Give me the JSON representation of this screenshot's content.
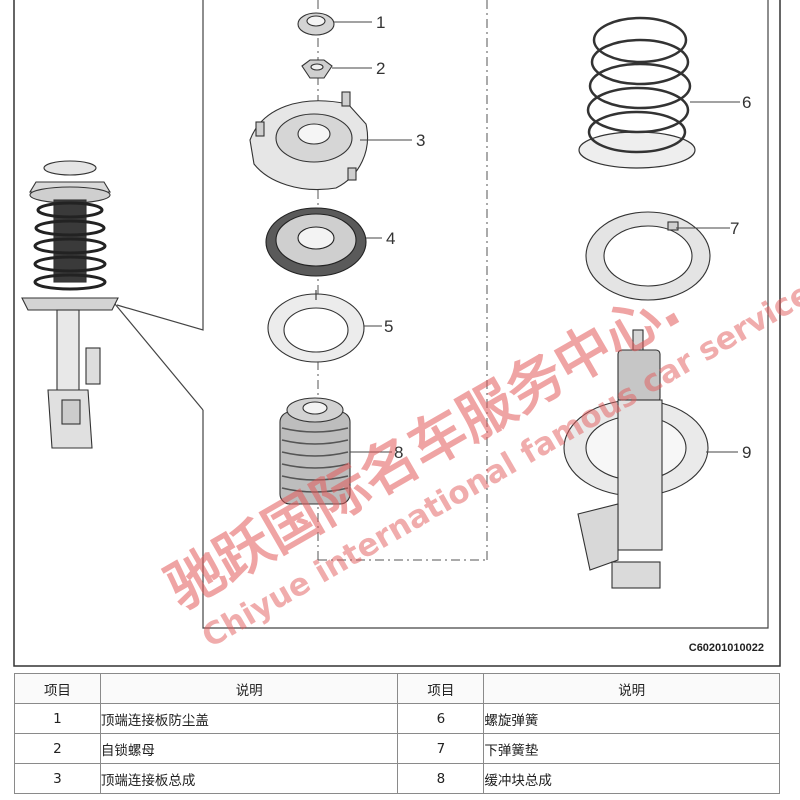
{
  "diagram": {
    "figure_code": "C60201010022",
    "callouts": [
      "1",
      "2",
      "3",
      "4",
      "5",
      "6",
      "7",
      "8",
      "9"
    ],
    "watermark": {
      "line1": "驰跃国际名车服务中心.",
      "line2": "Chiyue international famous car service center"
    }
  },
  "table": {
    "headers": [
      "项目",
      "说明",
      "项目",
      "说明"
    ],
    "rows": [
      {
        "left_no": "1",
        "left_desc": "顶端连接板防尘盖",
        "right_no": "6",
        "right_desc": "螺旋弹簧"
      },
      {
        "left_no": "2",
        "left_desc": "自锁螺母",
        "right_no": "7",
        "right_desc": "下弹簧垫"
      },
      {
        "left_no": "3",
        "left_desc": "顶端连接板总成",
        "right_no": "8",
        "right_desc": "缓冲块总成"
      }
    ]
  }
}
